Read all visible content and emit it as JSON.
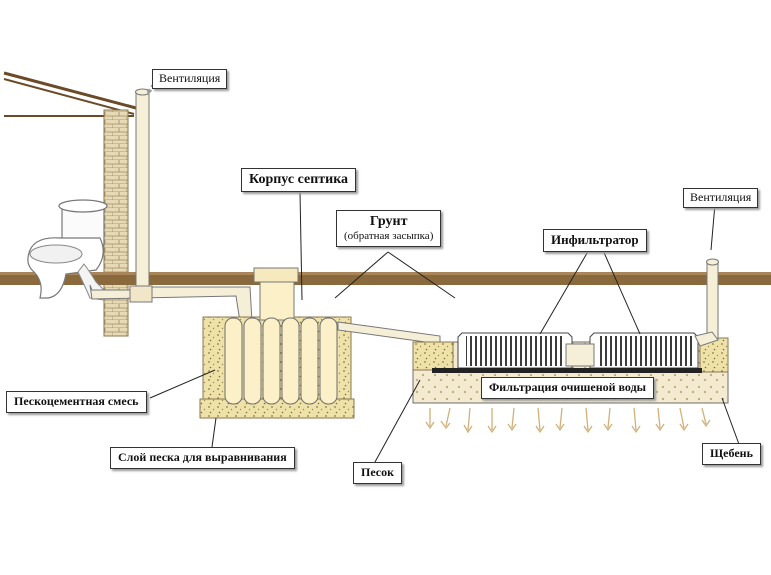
{
  "labels": {
    "ventilation_left": "Вентиляция",
    "septic_body": "Корпус септика",
    "soil_title": "Грунт",
    "soil_sub": "(обратная засыпка)",
    "infiltrator": "Инфильтратор",
    "ventilation_right": "Вентиляция",
    "filtration": "Фильтрация очишеной воды",
    "sand_cement": "Пескоцементная смесь",
    "sand_layer": "Слой песка для выравнивания",
    "sand": "Песок",
    "gravel": "Щебень"
  },
  "colors": {
    "ground": "#8a6a3c",
    "tank": "#fbf0c8",
    "sand": "#efe2a8",
    "gravel": "#f3ead0",
    "brick": "#e6d9b6",
    "arrows": "#d2b07a"
  }
}
